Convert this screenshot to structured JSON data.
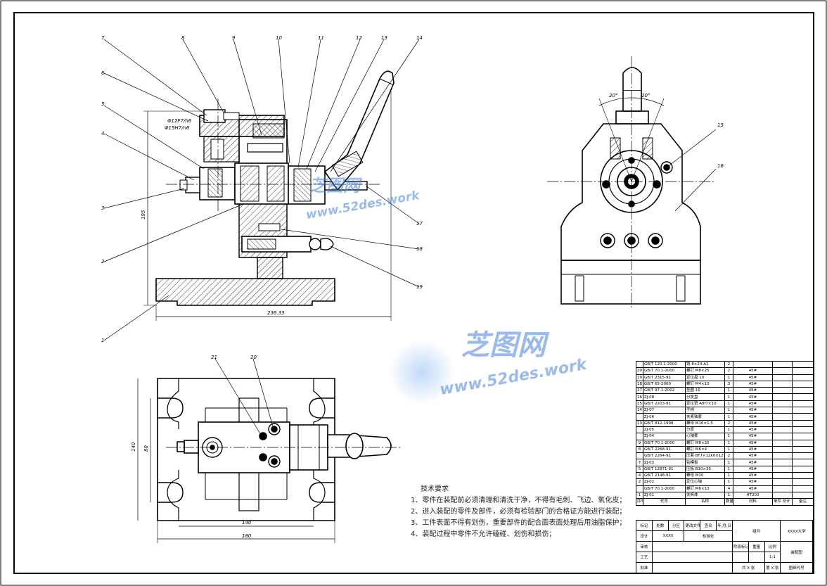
{
  "part_numbers": [
    "1",
    "2",
    "3",
    "4",
    "5",
    "6",
    "7",
    "8",
    "9",
    "10",
    "11",
    "12",
    "13",
    "14",
    "15",
    "16",
    "17",
    "18",
    "19",
    "20",
    "21"
  ],
  "dims": {
    "height_195": "195",
    "width_236": "236.33",
    "fit1": "Φ12F7/h6",
    "fit2": "Φ15H7/n6",
    "angle_left": "20°",
    "angle_right": "20°",
    "d140w": "140",
    "d180": "180",
    "d140h": "140",
    "d80": "80"
  },
  "tech_req": {
    "title": "技术要求",
    "lines": [
      "1、零件在装配前必须清理和清洗干净，不得有毛刺、飞边、氧化皮；",
      "2、进入装配的零件及部件，必须有检验部门的合格证方能进行装配；",
      "3、工件表面不得有划伤，重要部件的配合面表面处理后用油脂保护；",
      "4、装配过程中零件不允许磕碰、划伤和损伤；"
    ]
  },
  "bom_rows": [
    [
      "",
      "GB/T 120.1-2000",
      "销 8×24-A1",
      "2",
      ""
    ],
    [
      "20",
      "GB/T 70.1-2000",
      "螺钉 M8×25",
      "2",
      "45#"
    ],
    [
      "19",
      "GB/T 2315-91",
      "定位盘 10",
      "1",
      "45#"
    ],
    [
      "18",
      "GB/T 65-2000",
      "螺钉 M4×10",
      "3",
      "45#"
    ],
    [
      "17",
      "GB/T 97.1-2002",
      "垫圈 16",
      "1",
      "45#"
    ],
    [
      "16",
      "ZJ-08",
      "分度盘",
      "1",
      "45#"
    ],
    [
      "15",
      "GB/T 2203-91",
      "定位销 A8f7×10",
      "1",
      "45#"
    ],
    [
      "14",
      "ZJ-07",
      "手柄",
      "1",
      "45#"
    ],
    [
      "",
      "ZJ-06",
      "夹紧轴套",
      "1",
      "45#"
    ],
    [
      "13",
      "GB/T 812-1998",
      "螺母 M16×1.5",
      "2",
      "45#"
    ],
    [
      "",
      "ZJ-05",
      "分度",
      "1",
      "45#"
    ],
    [
      "",
      "ZJ-04",
      "心轴套",
      "1",
      "45#"
    ],
    [
      "9",
      "GB/T 70.1-2000",
      "螺钉 M8×25",
      "1",
      "45#"
    ],
    [
      "8",
      "GB/T 2268-91",
      "螺钉 M6×4",
      "1",
      "45#"
    ],
    [
      "",
      "GB/T 2264-91",
      "压套 8F7×12k6×12",
      "2",
      "45#"
    ],
    [
      "7",
      "ZJ-03",
      "钻模板",
      "1",
      "45#"
    ],
    [
      "5",
      "GB/T 12871-91",
      "压板 B10×35",
      "1",
      "45#"
    ],
    [
      "4",
      "GB/T 2148-91",
      "螺母 M10",
      "1",
      "45#"
    ],
    [
      "2",
      "ZJ-02",
      "定位心轴",
      "1",
      "45#"
    ],
    [
      "",
      "GB/T 70.1-2000",
      "螺钉 M6×10",
      "4",
      "45#"
    ],
    [
      "1",
      "ZJ-01",
      "夹具体",
      "1",
      "HT200"
    ]
  ],
  "bom_header": [
    "序号",
    "代号",
    "名称",
    "数量",
    "材料",
    "单件 总计 重量",
    "备注"
  ],
  "title_block": {
    "school": "XXXX大学",
    "name_left": "组件",
    "drawing_type": "装配图",
    "design": "设计",
    "designer": "XXXX",
    "standard": "标准化",
    "stage": "阶段标记",
    "weight": "重量",
    "scale": "比例",
    "scale_value": "1:1",
    "review": "审核",
    "process": "工艺",
    "approve": "批准",
    "sheet_total": "共 X 张",
    "sheet_no": "第 X 张",
    "drawing_no": "图纸代号",
    "mark": "标记",
    "count": "处数",
    "zone": "分区",
    "change": "更改文件号",
    "sign": "签名",
    "date": "年,月,日"
  },
  "watermark": {
    "brand": "芝图网",
    "url": "www.52des.work"
  },
  "colors": {
    "line": "#000000",
    "watermark": "#4a82dc"
  }
}
